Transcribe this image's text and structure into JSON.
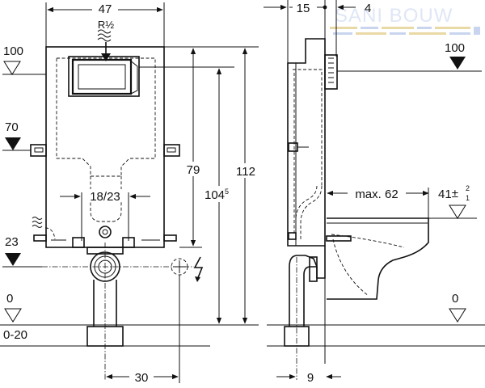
{
  "brand": {
    "logo_text": "SANI BOUW",
    "colors": {
      "logo_text": "#dfe6f6",
      "logo_stripes": "#e9d9a4",
      "logo_squares": "#c9d5ef",
      "line": "#111111"
    }
  },
  "front_view": {
    "width_dim": "47",
    "inlet_label": "R½",
    "distance_label": "18/23",
    "bottom_dim": "30",
    "height_79": "79",
    "height_104_main": "104",
    "height_104_sup": "5",
    "height_112": "112",
    "levels": {
      "level_100": "100",
      "level_70": "70",
      "level_23": "23",
      "level_0": "0",
      "level_0_20": "0-20"
    }
  },
  "side_view": {
    "dim_15": "15",
    "dim_4": "4",
    "dim_9": "9",
    "max_label": "max. 62",
    "dim_41_main": "41",
    "dim_41_pm": "±",
    "dim_41_sup": "2",
    "dim_41_sub": "1",
    "level_100": "100",
    "level_0": "0"
  },
  "icons": [
    "water-inlet-icon",
    "electrical-connection-icon",
    "level-marker-icon"
  ]
}
